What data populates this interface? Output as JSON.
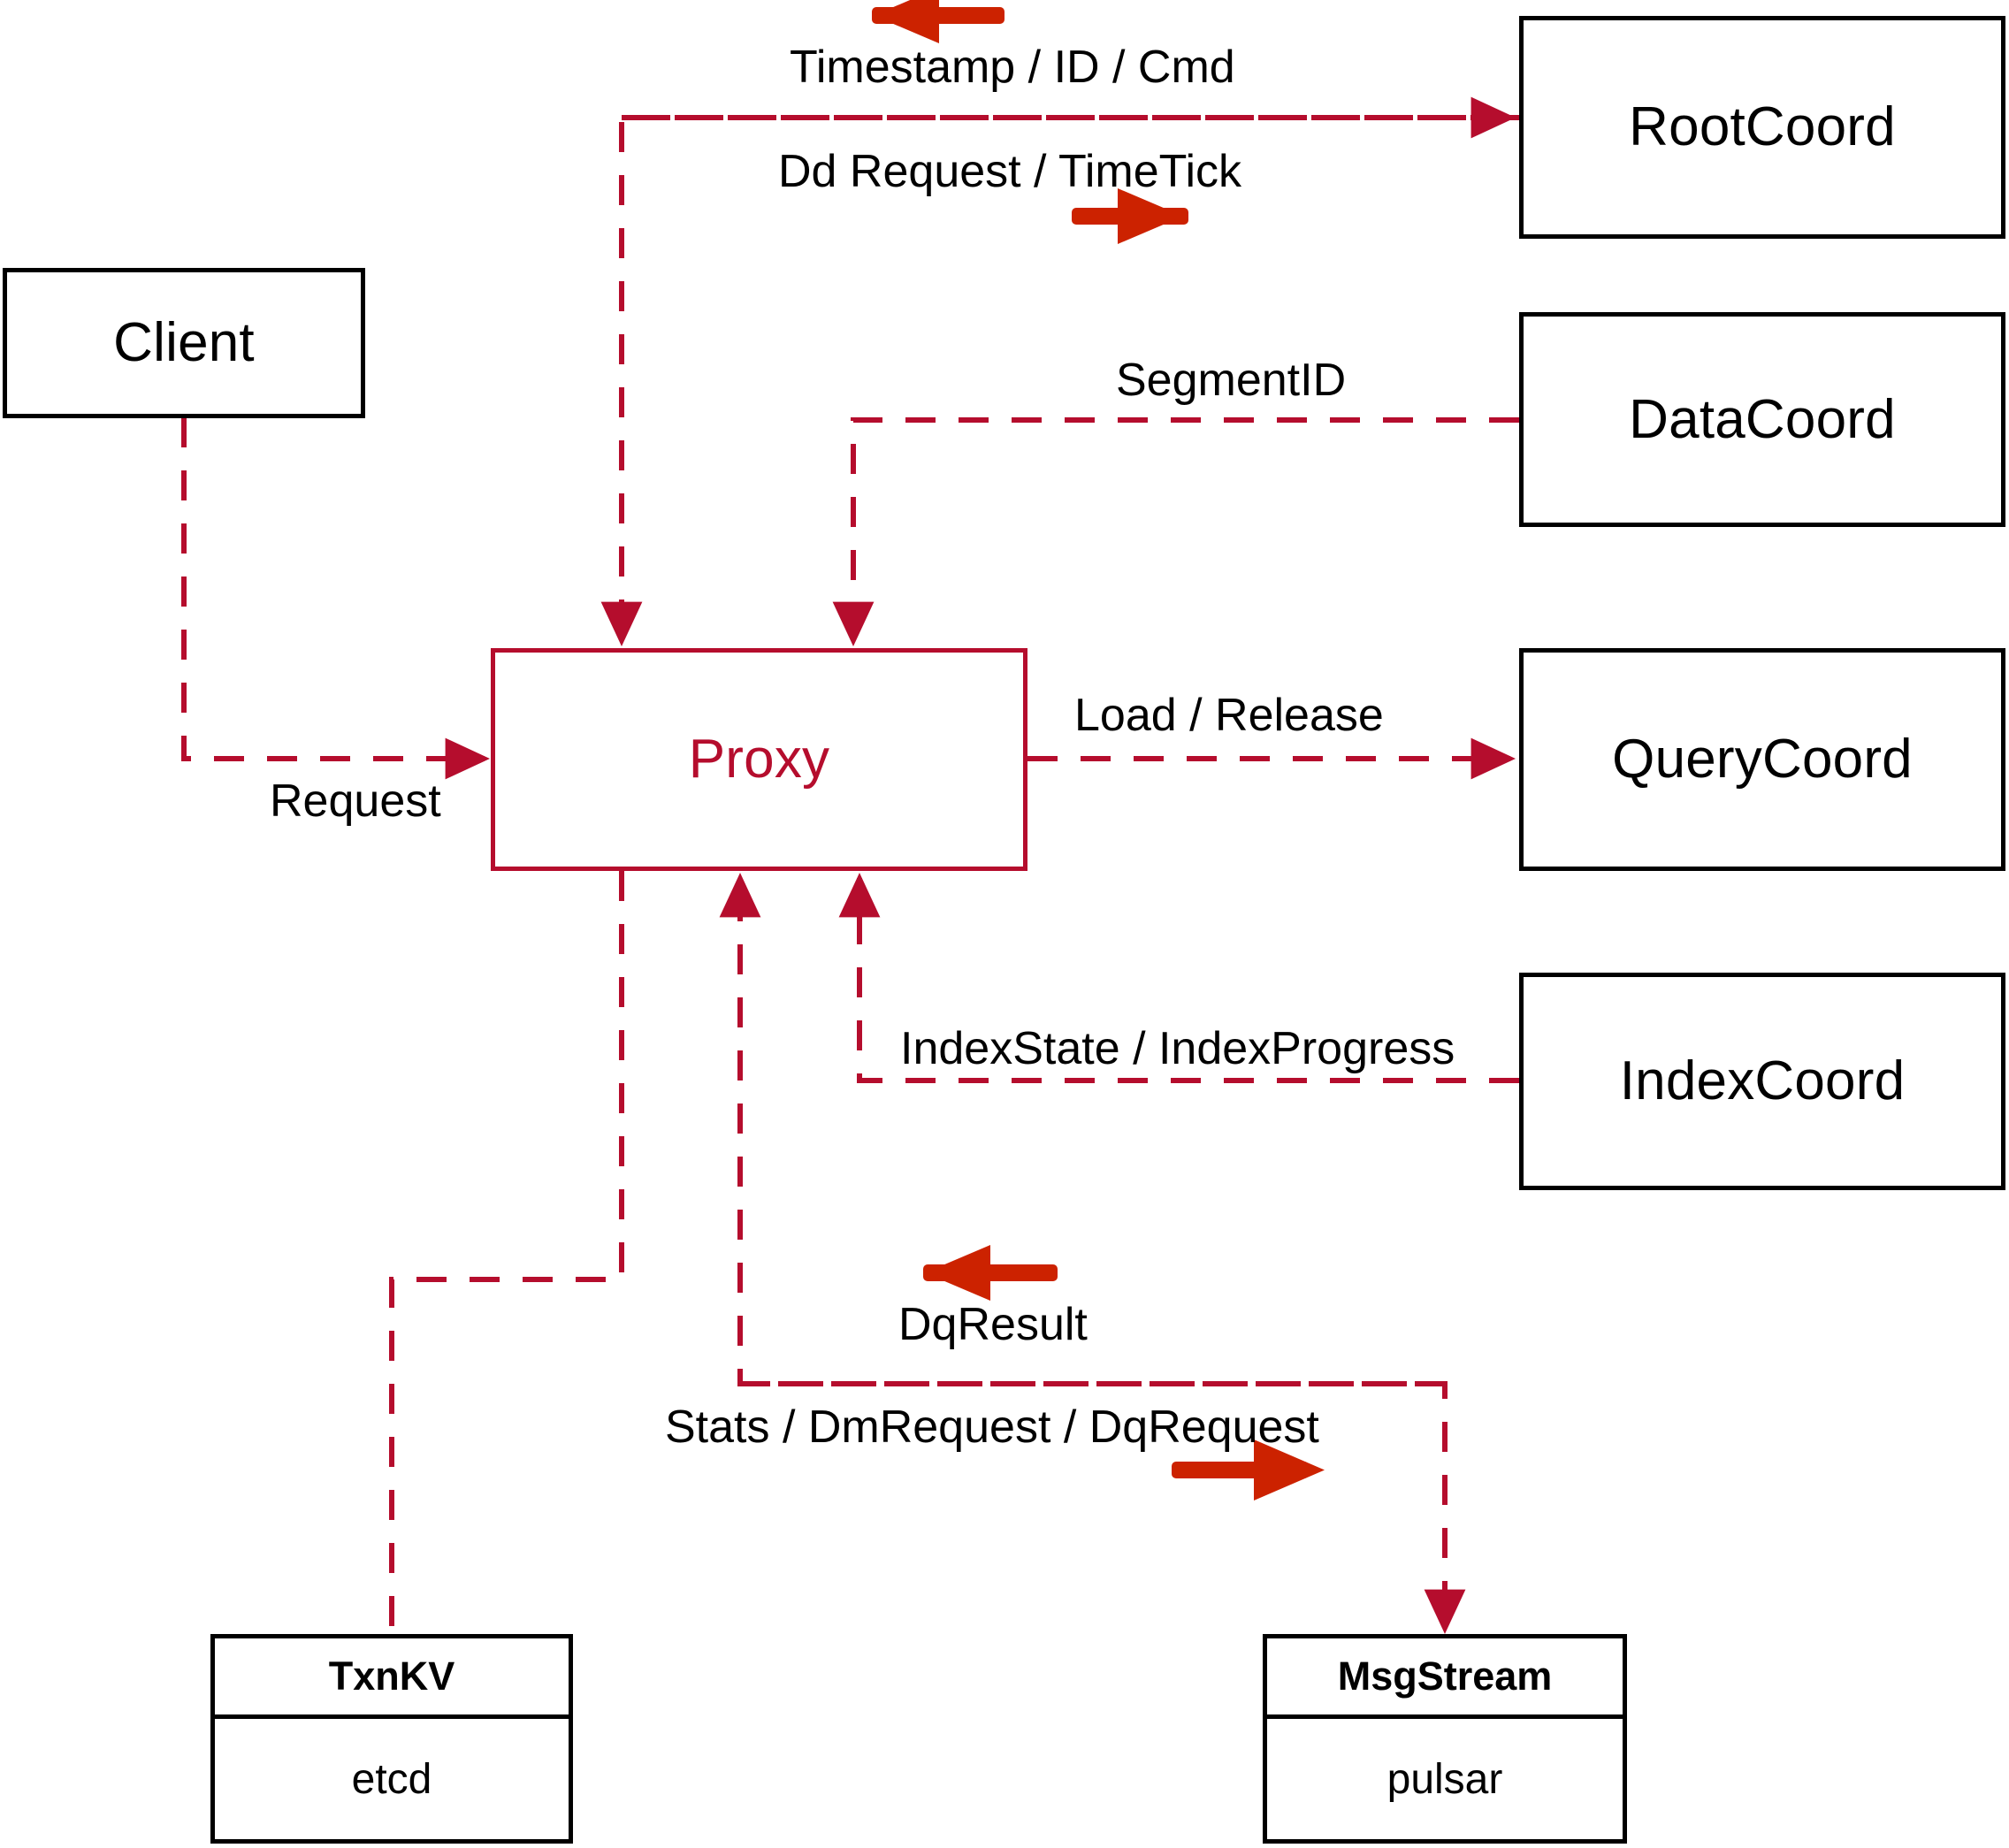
{
  "diagram": {
    "title": "Milvus Proxy Architecture",
    "colors": {
      "accent": "#b50d2d",
      "arrow_bold": "#cc2200",
      "node_border": "#000000",
      "background": "#ffffff"
    },
    "nodes": [
      {
        "id": "client",
        "label": "Client",
        "style": "black"
      },
      {
        "id": "proxy",
        "label": "Proxy",
        "style": "accent"
      },
      {
        "id": "rootcoord",
        "label": "RootCoord",
        "style": "black"
      },
      {
        "id": "datacoord",
        "label": "DataCoord",
        "style": "black"
      },
      {
        "id": "querycoord",
        "label": "QueryCoord",
        "style": "black"
      },
      {
        "id": "indexcoord",
        "label": "IndexCoord",
        "style": "black"
      }
    ],
    "stack_nodes": [
      {
        "id": "txnkv",
        "header": "TxnKV",
        "body": "etcd"
      },
      {
        "id": "msgstream",
        "header": "MsgStream",
        "body": "pulsar"
      }
    ],
    "edges": [
      {
        "id": "client-proxy",
        "label": "Request",
        "from": "Client",
        "to": "Proxy",
        "line": "dashed"
      },
      {
        "id": "rootcoord-proxy",
        "label": "Timestamp / ID / Cmd",
        "from": "RootCoord",
        "to": "Proxy",
        "line": "dashed"
      },
      {
        "id": "proxy-rootcoord",
        "label": "Dd Request / TimeTick",
        "from": "Proxy",
        "to": "RootCoord",
        "line": "dashed"
      },
      {
        "id": "datacoord-proxy",
        "label": "SegmentID",
        "from": "DataCoord",
        "to": "Proxy",
        "line": "dashed"
      },
      {
        "id": "proxy-querycoord",
        "label": "Load / Release",
        "from": "Proxy",
        "to": "QueryCoord",
        "line": "dashed"
      },
      {
        "id": "indexcoord-proxy",
        "label": "IndexState / IndexProgress",
        "from": "IndexCoord",
        "to": "Proxy",
        "line": "dashed"
      },
      {
        "id": "msgstream-proxy",
        "label": "DqResult",
        "from": "MsgStream",
        "to": "Proxy",
        "line": "dashed"
      },
      {
        "id": "proxy-msgstream",
        "label": "Stats / DmRequest / DqRequest",
        "from": "Proxy",
        "to": "MsgStream",
        "line": "dashed"
      },
      {
        "id": "proxy-txnkv",
        "label": "",
        "from": "Proxy",
        "to": "TxnKV",
        "line": "dashed"
      }
    ],
    "direction_arrows": [
      {
        "id": "arrow-timestamp",
        "for": "Timestamp / ID / Cmd",
        "direction": "left"
      },
      {
        "id": "arrow-ddrequest",
        "for": "Dd Request / TimeTick",
        "direction": "right"
      },
      {
        "id": "arrow-dqresult",
        "for": "DqResult",
        "direction": "left"
      },
      {
        "id": "arrow-dqrequest",
        "for": "Stats / DmRequest / DqRequest",
        "direction": "right"
      }
    ]
  }
}
